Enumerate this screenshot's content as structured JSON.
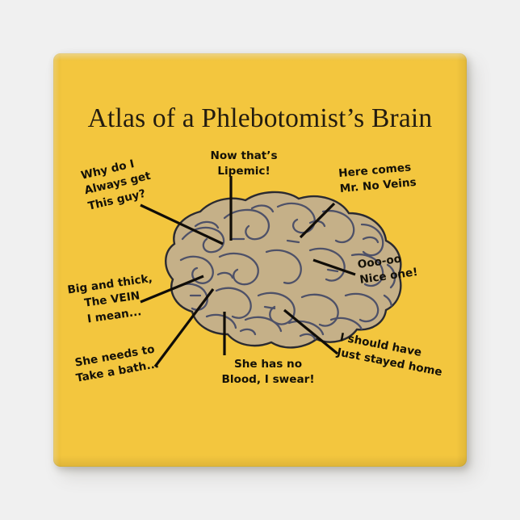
{
  "product": {
    "type": "square-magnet",
    "background_color": "#f0f0f0",
    "face_color": "#f3c63e"
  },
  "design": {
    "title": "Atlas of a Phlebotomist’s Brain",
    "title_color": "#231c10",
    "illustration": {
      "name": "brain-illustration",
      "fill_color": "#c5b088",
      "line_color": "#4e5168",
      "outline_color": "#2a2a30"
    },
    "leader_line_color": "#100d08",
    "callouts": [
      {
        "id": "why",
        "name": "callout-why-do-i-always-get-this-guy",
        "lines": [
          "Why do I",
          "Always get",
          "This guy?"
        ]
      },
      {
        "id": "lipemic",
        "name": "callout-now-thats-lipemic",
        "lines": [
          "Now that’s",
          "Lipemic!"
        ]
      },
      {
        "id": "herecomes",
        "name": "callout-here-comes-mr-no-veins",
        "lines": [
          "Here comes",
          "Mr. No Veins"
        ]
      },
      {
        "id": "oooo",
        "name": "callout-ooo-oo-nice-one",
        "lines": [
          "Ooo-oo",
          "Nice one!"
        ]
      },
      {
        "id": "bigthick",
        "name": "callout-big-and-thick-the-vein",
        "lines": [
          "Big and thick,",
          "The VEIN",
          "I mean..."
        ]
      },
      {
        "id": "shouldhave",
        "name": "callout-i-should-have-just-stayed-home",
        "lines": [
          "I should have",
          "Just stayed home"
        ]
      },
      {
        "id": "needsbath",
        "name": "callout-she-needs-to-take-a-bath",
        "lines": [
          "She needs to",
          "Take a bath..."
        ]
      },
      {
        "id": "noblood",
        "name": "callout-she-has-no-blood-i-swear",
        "lines": [
          "She has no",
          "Blood, I swear!"
        ]
      }
    ]
  }
}
